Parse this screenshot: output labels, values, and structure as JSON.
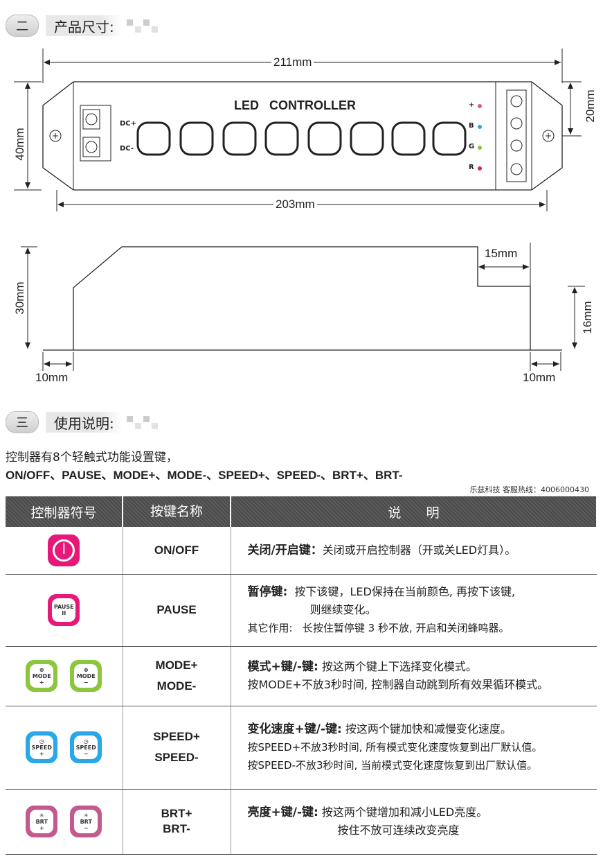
{
  "section1": {
    "num": "二",
    "title": "产品尺寸:"
  },
  "section2": {
    "num": "三",
    "title": "使用说明:"
  },
  "top_view": {
    "overall_width": "211mm",
    "inner_width": "203mm",
    "height": "40mm",
    "terminal_height": "20mm",
    "title": "LED   CONTROLLER",
    "dc_plus": "DC+",
    "dc_minus": "DC-",
    "pins": [
      "+",
      "B",
      "G",
      "R"
    ],
    "pin_colors": [
      "#d9569b",
      "#2aa7e6",
      "#8cc63e",
      "#e6197a"
    ]
  },
  "side_view": {
    "height": "30mm",
    "step_width": "15mm",
    "step_height": "16mm",
    "left_offset": "10mm",
    "right_offset": "10mm"
  },
  "intro": {
    "line1": "控制器有8个轻触式功能设置键，",
    "line2": "ON/OFF、PAUSE、MODE+、MODE-、SPEED+、SPEED-、BRT+、BRT-",
    "hotline": "乐兹科技 客服热线：4006000430"
  },
  "table": {
    "headers": [
      "控制器符号",
      "按键名称",
      "说      明"
    ],
    "rows": [
      {
        "name1": "ON/OFF",
        "name2": "",
        "title": "关闭/开启键：",
        "desc": "关闭或开启控制器（开或关LED灯具）。",
        "extra": ""
      },
      {
        "name1": "PAUSE",
        "name2": "",
        "title": "暂停键:",
        "desc": "按下该键，LED保持在当前颜色, 再按下该键,",
        "desc2": "则继续变化。",
        "extra_label": "其它作用:",
        "extra": "长按住暂停键 3 秒不放, 开启和关闭蜂鸣器。"
      },
      {
        "name1": "MODE+",
        "name2": "MODE-",
        "title": "模式+键/-键:",
        "desc": "按这两个键上下选择变化模式。",
        "desc2": "按MODE+不放3秒时间, 控制器自动跳到所有效果循环模式。"
      },
      {
        "name1": "SPEED+",
        "name2": "SPEED-",
        "title": "变化速度+键/-键:",
        "desc": "按这两个键加快和减慢变化速度。",
        "desc2": "按SPEED+不放3秒时间, 所有模式变化速度恢复到出厂默认值。",
        "desc3": "按SPEED-不放3秒时间, 当前模式变化速度恢复到出厂默认值。"
      },
      {
        "name1": "BRT+",
        "name2": "BRT-",
        "title": "亮度+键/-键:",
        "desc": "按这两个键增加和减小LED亮度。",
        "desc2": "按住不放可连续改变亮度"
      }
    ]
  },
  "keys": {
    "pause": {
      "label": "PAUSE",
      "sub": "II",
      "color": "#e6197a"
    },
    "onoff": {
      "color": "#e6197a"
    },
    "mode_plus": {
      "label": "MODE",
      "sub": "+",
      "color": "#8cc63e"
    },
    "mode_minus": {
      "label": "MODE",
      "sub": "−",
      "color": "#8cc63e"
    },
    "speed_plus": {
      "label": "SPEED",
      "sub": "+",
      "color": "#2aa7e6"
    },
    "speed_minus": {
      "label": "SPEED",
      "sub": "−",
      "color": "#2aa7e6"
    },
    "brt_plus": {
      "label": "BRT",
      "sub": "+",
      "color": "#c2598f"
    },
    "brt_minus": {
      "label": "BRT",
      "sub": "−",
      "color": "#c2598f"
    }
  }
}
